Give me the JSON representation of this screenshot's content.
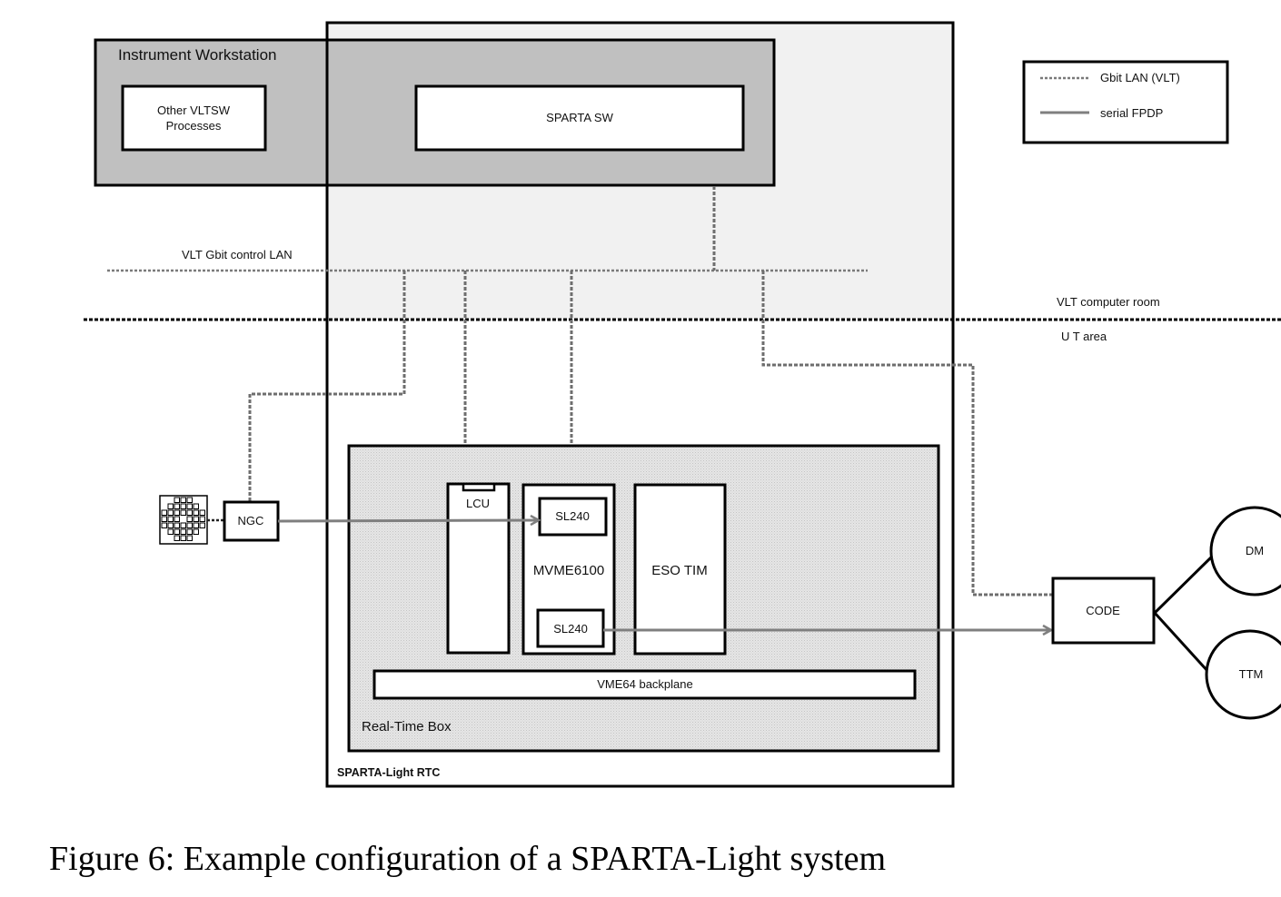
{
  "figure": {
    "caption": "Figure 6: Example configuration of a SPARTA-Light system"
  },
  "workstation": {
    "title": "Instrument Workstation",
    "other_processes_line1": "Other VLTSW",
    "other_processes_line2": "Processes",
    "sparta_sw": "SPARTA SW"
  },
  "network": {
    "control_lan_label": "VLT Gbit control LAN",
    "computer_room_label": "VLT computer room",
    "ut_area_label": "U T area"
  },
  "legend": {
    "items": [
      {
        "label": "Gbit LAN (VLT)",
        "style": "dashed"
      },
      {
        "label": "serial FPDP",
        "style": "solid"
      }
    ]
  },
  "rtc": {
    "title": "SPARTA-Light RTC",
    "realtime_box_label": "Real-Time Box",
    "lcu": "LCU",
    "cpu": "MVME6100",
    "sl240_top": "SL240",
    "sl240_bottom": "SL240",
    "timing": "ESO TIM",
    "backplane": "VME64 backplane"
  },
  "peripherals": {
    "ngc": "NGC",
    "detector_icon": "detector-grid-icon",
    "code": "CODE",
    "dm": "DM",
    "ttm": "TTM"
  },
  "colors": {
    "workstation_fill": "#c0c0c0",
    "rtc_top_fill": "#f1f1f1",
    "realtime_box_fill": "#e2e2e2",
    "lan_line": "#6e6e6e",
    "fpdp_line": "#7f7f7f"
  }
}
